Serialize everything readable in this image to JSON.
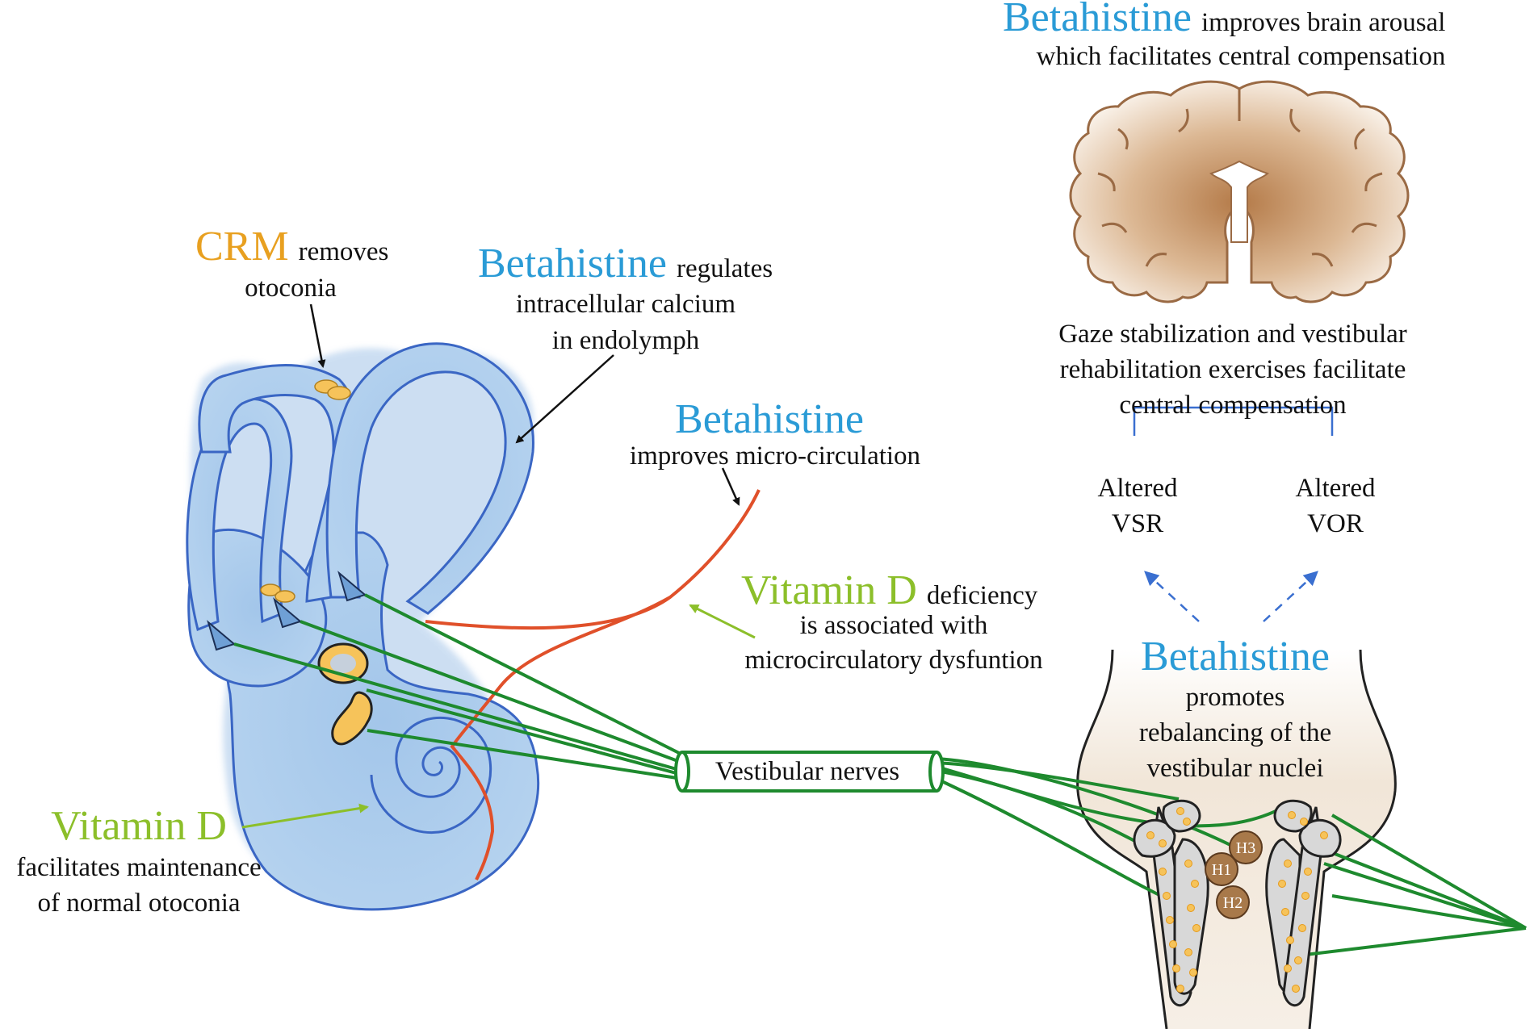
{
  "colors": {
    "betahistine": "#2a9bd6",
    "crm": "#e8a020",
    "vitamin_d": "#8cbf2a",
    "inner_ear_fill": "#a9cbea",
    "inner_ear_stroke": "#3a66c4",
    "nerve": "#1e8a2e",
    "vessel": "#e0502a",
    "otoconia": "#f6c35a",
    "brain": "#b07a4e",
    "histamine_receptor": "#a8794a"
  },
  "labels": {
    "brain_drug": "Betahistine",
    "brain_rest1": "improves brain arousal",
    "brain_line2": "which facilitates central compensation",
    "crm_drug": "CRM",
    "crm_rest1": "removes",
    "crm_line2": "otoconia",
    "calcium_drug": "Betahistine",
    "calcium_rest1": "regulates",
    "calcium_line2": "intracellular calcium",
    "calcium_line3": "in endolymph",
    "micro_drug": "Betahistine",
    "micro_line2": "improves micro-circulation",
    "vitd_def_drug": "Vitamin D",
    "vitd_def_rest1": "deficiency",
    "vitd_def_line2": "is associated with",
    "vitd_def_line3": "microcirculatory dysfuntion",
    "gaze_line1": "Gaze stabilization and vestibular",
    "gaze_line2": "rehabilitation exercises facilitate",
    "gaze_line3": "central compensation",
    "vsr_line1": "Altered",
    "vsr_line2": "VSR",
    "vor_line1": "Altered",
    "vor_line2": "VOR",
    "nuclei_drug": "Betahistine",
    "nuclei_line2": "promotes",
    "nuclei_line3": "rebalancing of the",
    "nuclei_line4": "vestibular nuclei",
    "nerve_label": "Vestibular nerves",
    "vitd_oto_drug": "Vitamin D",
    "vitd_oto_line2": "facilitates maintenance",
    "vitd_oto_line3": "of normal otoconia",
    "h1": "H1",
    "h2": "H2",
    "h3": "H3"
  }
}
